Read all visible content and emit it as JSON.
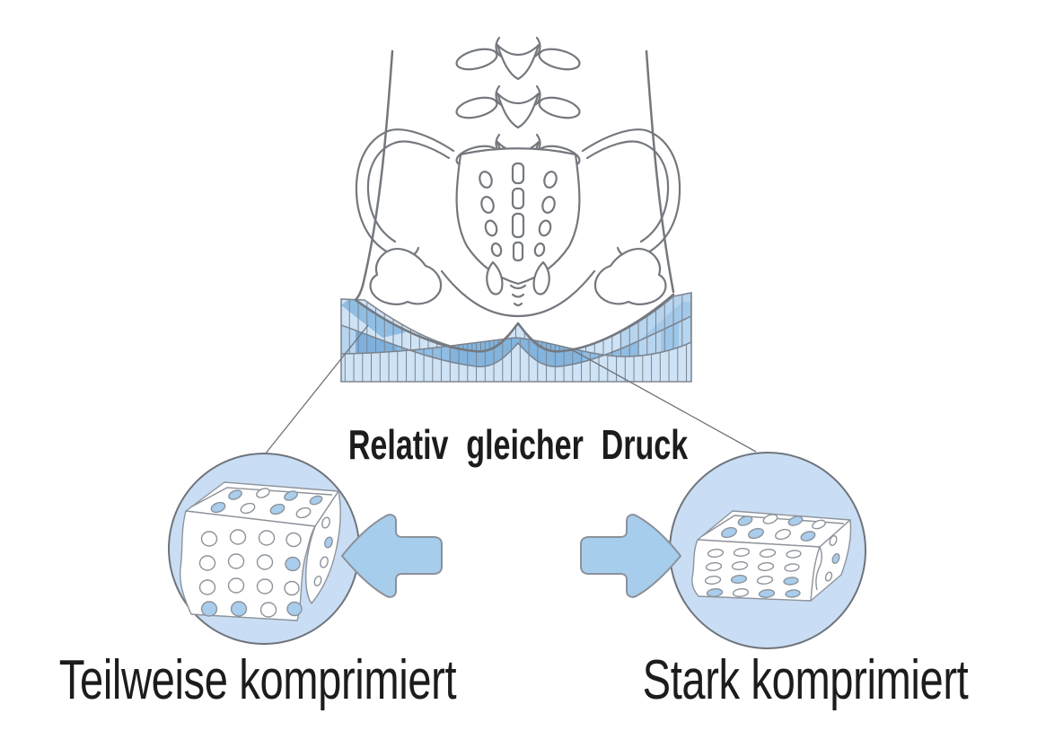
{
  "title": "Relativ gleicher Druck",
  "labels": {
    "left": "Teilweise komprimiert",
    "right": "Stark komprimiert"
  },
  "colors": {
    "outline_gray": "#74787e",
    "cell_line": "#7b828c",
    "mattress_light": "#cfe3f6",
    "mattress_medium": "#b7d5ef",
    "mattress_dark": "#8fbde3",
    "mattress_darkest": "#7db0dc",
    "circle_fill": "#c9def4",
    "arrow_fill": "#a7cdec",
    "hole_blue": "#a9cdec",
    "text": "#1c1c1c",
    "background": "#ffffff"
  }
}
